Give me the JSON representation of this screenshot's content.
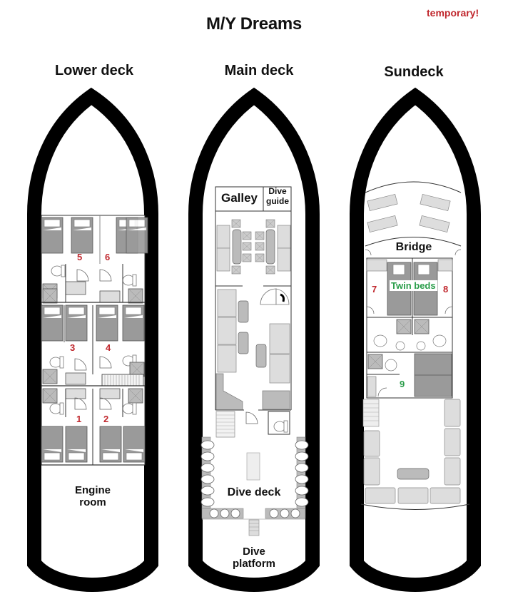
{
  "title": "M/Y Dreams",
  "stamp": "temporary!",
  "colors": {
    "cabin_number": "#c0272d",
    "highlight": "#2a9d4a",
    "hull": "#000000",
    "furniture": "#d9d9d9"
  },
  "decks": [
    {
      "name": "Lower deck",
      "cabins": [
        "1",
        "2",
        "3",
        "4",
        "5",
        "6"
      ],
      "areas": [
        "Engine room"
      ]
    },
    {
      "name": "Main deck",
      "areas": [
        "Galley",
        "Dive guide",
        "Dive deck",
        "Dive platform"
      ]
    },
    {
      "name": "Sundeck",
      "cabins": [
        "7",
        "8",
        "9"
      ],
      "areas": [
        "Bridge"
      ],
      "note": "Twin beds"
    }
  ],
  "labels": {
    "engine_room_line1": "Engine",
    "engine_room_line2": "room",
    "galley": "Galley",
    "dive_guide_line1": "Dive",
    "dive_guide_line2": "guide",
    "dive_deck": "Dive deck",
    "dive_platform_line1": "Dive",
    "dive_platform_line2": "platform",
    "bridge": "Bridge",
    "twin_beds": "Twin beds"
  }
}
